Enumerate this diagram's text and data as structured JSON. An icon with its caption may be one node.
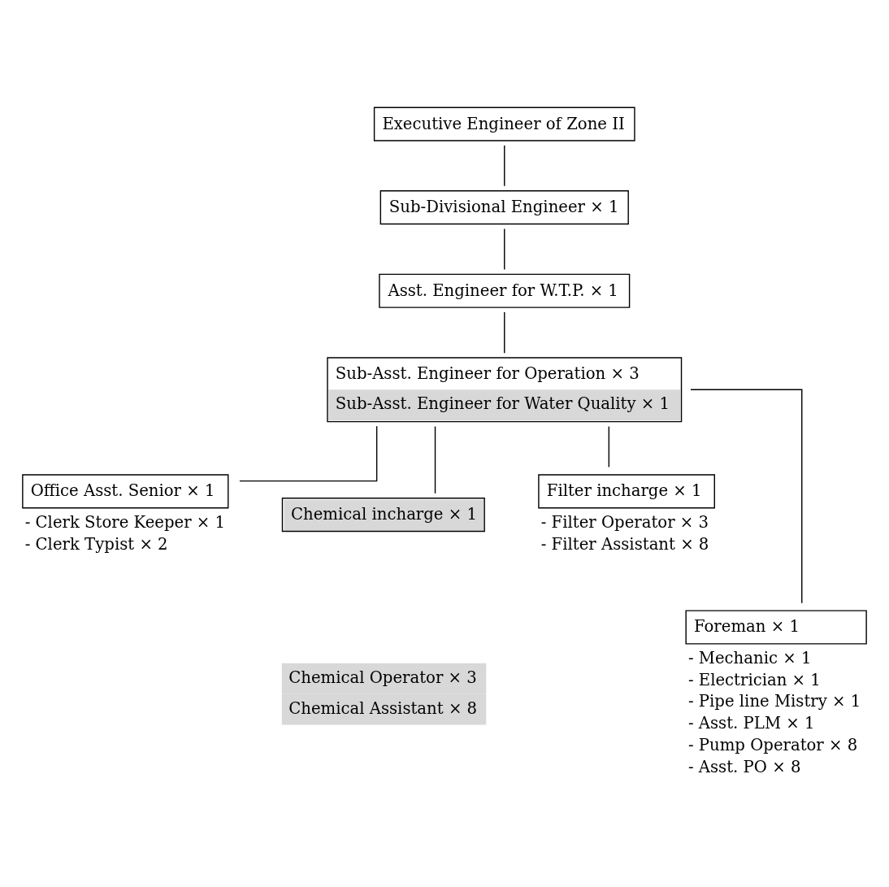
{
  "diagram": {
    "nodes": [
      {
        "text": [
          "Executive Engineer of Zone II"
        ]
      },
      {
        "text": [
          "Sub-Divisional Engineer × 1"
        ]
      },
      {
        "text": [
          "Asst. Engineer for W.T.P. × 1"
        ]
      },
      {
        "text": [
          "Sub-Asst. Engineer for Operation × 3",
          "Sub-Asst. Engineer for Water Quality × 1"
        ]
      },
      {
        "text": [
          "Office Asst. Senior × 1"
        ],
        "beside": [
          "- Clerk Store Keeper × 1",
          "- Clerk Typist × 2"
        ]
      },
      {
        "text": [
          "Chemical incharge × 1"
        ]
      },
      {
        "text": [
          "Filter incharge × 1"
        ],
        "beside": [
          "- Filter Operator × 3",
          "- Filter Assistant × 8"
        ]
      },
      {
        "text": [
          "Foreman × 1"
        ],
        "beside": [
          "- Mechanic × 1",
          "- Electrician × 1",
          "- Pipe line Mistry × 1",
          "- Asst. PLM × 1",
          "- Pump Operator × 8",
          "- Asst. PO × 8"
        ]
      },
      {
        "text": [
          "Chemical Operator × 3",
          "Chemical Assistant × 8"
        ]
      }
    ],
    "edges": [
      {
        "from": 0,
        "to": 1,
        "arrow": "none"
      },
      {
        "from": 1,
        "to": 2,
        "arrow": "none"
      },
      {
        "from": 2,
        "to": 3,
        "arrow": "none"
      },
      {
        "from": 3,
        "to": 4,
        "arrow": "none"
      },
      {
        "from": 3,
        "to": 5,
        "arrow": "none"
      },
      {
        "from": 3,
        "to": 6,
        "arrow": "none"
      },
      {
        "from": 3,
        "to": 7,
        "arrow": "none"
      }
    ]
  }
}
